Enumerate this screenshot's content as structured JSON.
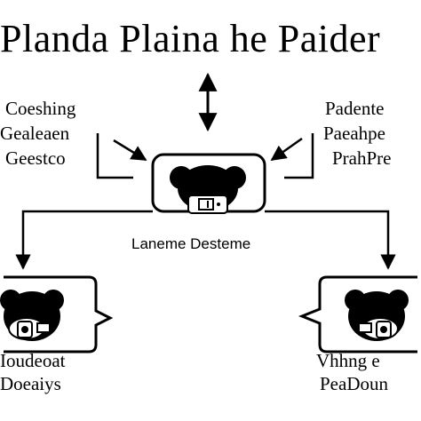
{
  "diagram": {
    "title": "Planda Plaina he Paider",
    "left_note": [
      "Coeshing",
      "Gealeaen",
      "Geestco"
    ],
    "right_note": [
      "Padente",
      "Paeahpe",
      "PrahPre"
    ],
    "center_label": "Laneme Desteme",
    "bottom_left_label": [
      "Ioudeoat",
      "Doeaiys"
    ],
    "bottom_right_label": [
      "Vhhng e",
      "PeaDoun"
    ],
    "icons": [
      "bear-icon",
      "bear-icon",
      "bear-icon"
    ]
  }
}
